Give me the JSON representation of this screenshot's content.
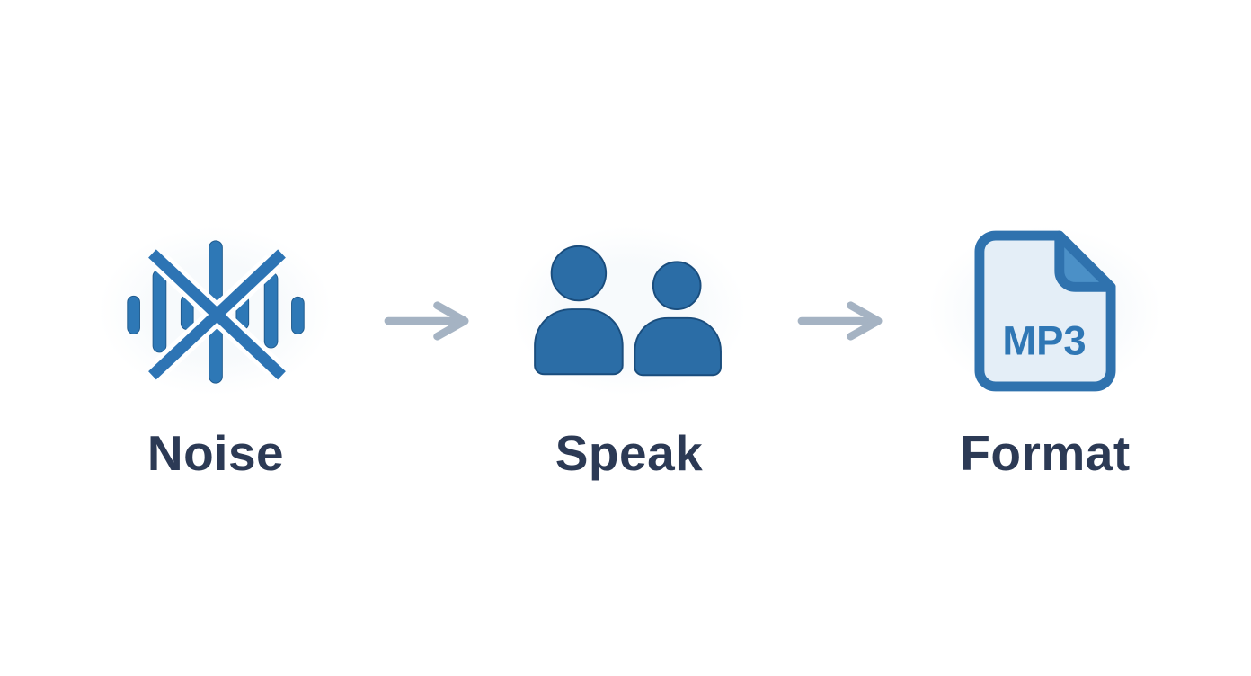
{
  "diagram": {
    "background": "#ffffff",
    "steps": [
      {
        "label": "Noise",
        "icon": "noise-muted-waveform-icon"
      },
      {
        "label": "Speak",
        "icon": "two-people-icon"
      },
      {
        "label": "Format",
        "icon": "mp3-file-icon",
        "file_badge_text": "MP3"
      }
    ],
    "arrows": [
      {
        "direction": "right",
        "glyph": "→"
      },
      {
        "direction": "right",
        "glyph": "→"
      }
    ],
    "colors": {
      "icon_blue": "#2e78b6",
      "cross_blue": "#2d74b4",
      "person_blue": "#2b6da6",
      "person_outline": "#1a4d7d",
      "file_fill": "#e4eef7",
      "file_border": "#2f72ae",
      "file_fold": "#4b90c7",
      "mp3_text_blue": "#2f77b5",
      "arrow_gray": "#a5b3c3",
      "label_navy": "#2c3a55"
    }
  }
}
